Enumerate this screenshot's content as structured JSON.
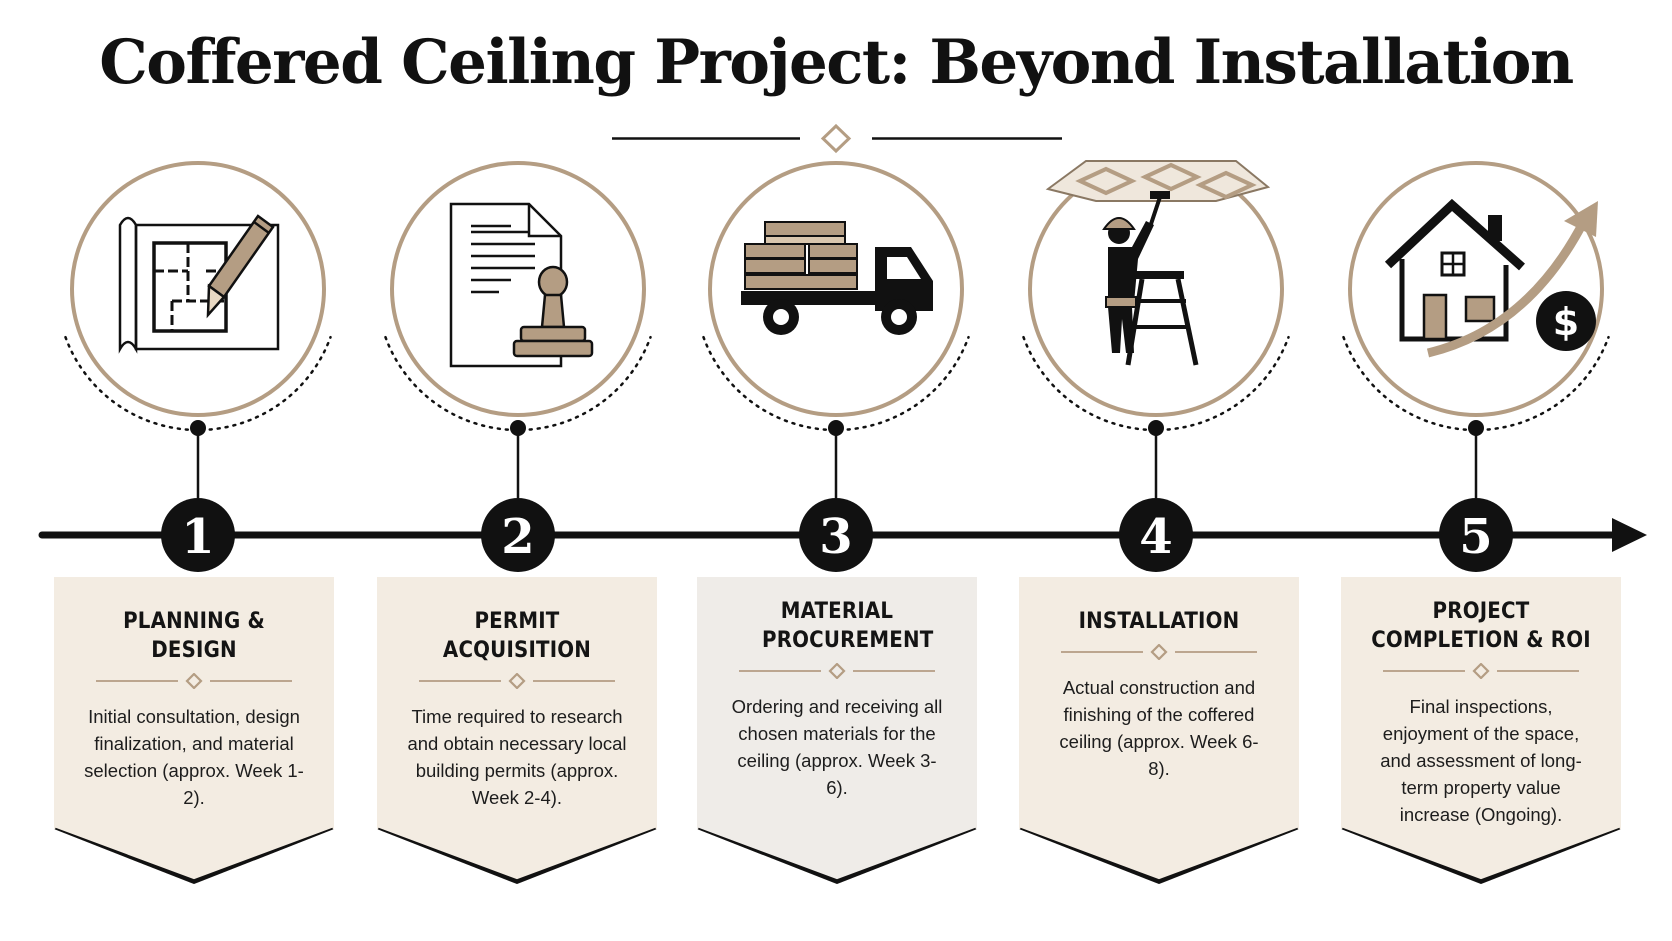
{
  "title": "Coffered Ceiling Project: Beyond Installation",
  "colors": {
    "accent": "#b49d83",
    "dark": "#111111",
    "card_bg_warm": "#f3ece2",
    "card_bg_cool": "#efece8"
  },
  "stages": [
    {
      "number": "1",
      "label": "PLANNING & DESIGN",
      "description": "Initial consultation, design finalization, and material selection (approx. Week 1-2).",
      "icon": "blueprint-pencil-icon"
    },
    {
      "number": "2",
      "label": "PERMIT ACQUISITION",
      "description": "Time required to research and obtain necessary local building permits (approx. Week 2-4).",
      "icon": "document-stamp-icon"
    },
    {
      "number": "3",
      "label": "MATERIAL PROCUREMENT",
      "description": "Ordering and receiving all chosen materials for the ceiling (approx. Week 3-6).",
      "icon": "delivery-truck-icon"
    },
    {
      "number": "4",
      "label": "INSTALLATION",
      "description": "Actual construction and finishing of the coffered ceiling (approx. Week 6-8).",
      "icon": "worker-ladder-icon"
    },
    {
      "number": "5",
      "label": "PROJECT COMPLETION & ROI",
      "description": "Final inspections, enjoyment of the space, and assessment of long-term property value increase (Ongoing).",
      "icon": "house-value-icon"
    }
  ]
}
